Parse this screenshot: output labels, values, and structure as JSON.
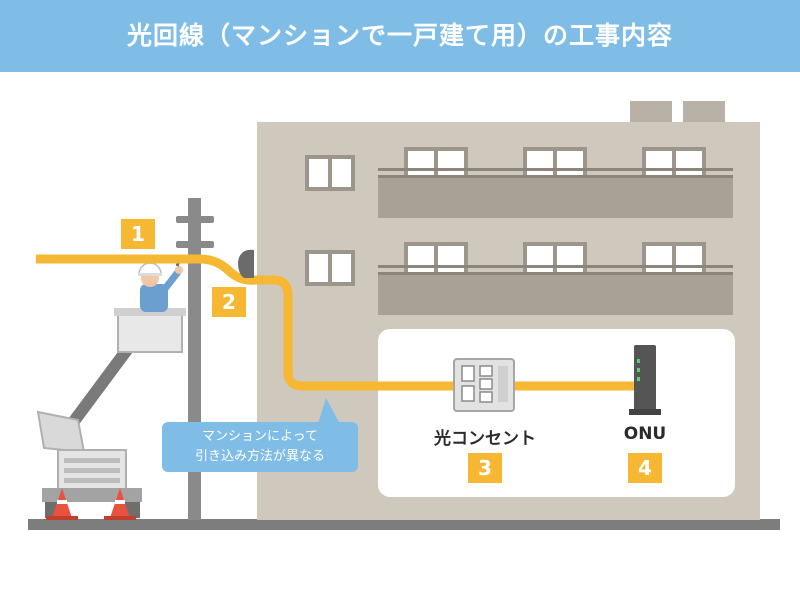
{
  "header": {
    "title": "光回線（マンションで一戸建て用）の工事内容",
    "color": "#7fbde6"
  },
  "steps": [
    {
      "number": "1"
    },
    {
      "number": "2"
    },
    {
      "number": "3",
      "label": "光コンセント"
    },
    {
      "number": "4",
      "label": "ONU"
    }
  ],
  "bubble": {
    "line1": "マンションによって",
    "line2": "引き込み方法が異なる"
  },
  "colors": {
    "cable": "#f6b733",
    "building": "#cfc8bc",
    "building_dark": "#a8a196",
    "pole": "#8a8a8a",
    "bubble": "#7fbde6",
    "number_badge": "#f6b733"
  },
  "icons": [
    "utility-pole-icon",
    "worker-icon",
    "bucket-truck-icon",
    "traffic-cone-icon",
    "optical-outlet-icon",
    "onu-device-icon",
    "apartment-building-icon"
  ]
}
